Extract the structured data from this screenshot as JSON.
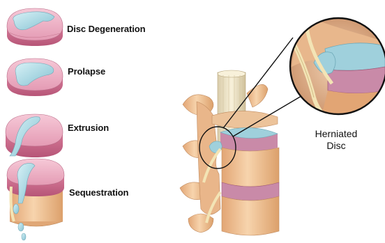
{
  "stages": [
    {
      "label": "Disc Degeneration",
      "icon": "degenerated-disc-icon"
    },
    {
      "label": "Prolapse",
      "icon": "prolapsed-disc-icon"
    },
    {
      "label": "Extrusion",
      "icon": "extruded-disc-icon"
    },
    {
      "label": "Sequestration",
      "icon": "sequestrated-disc-icon"
    }
  ],
  "callout": {
    "line1": "Herniated",
    "line2": "Disc"
  },
  "colors": {
    "annulus": "#d98aa6",
    "nucleus": "#9fd0dc",
    "bone": "#f1c9a0",
    "bone_shadow": "#d99f6c",
    "spinal_cord": "#efe6c8",
    "nerve": "#f3e4b5"
  }
}
